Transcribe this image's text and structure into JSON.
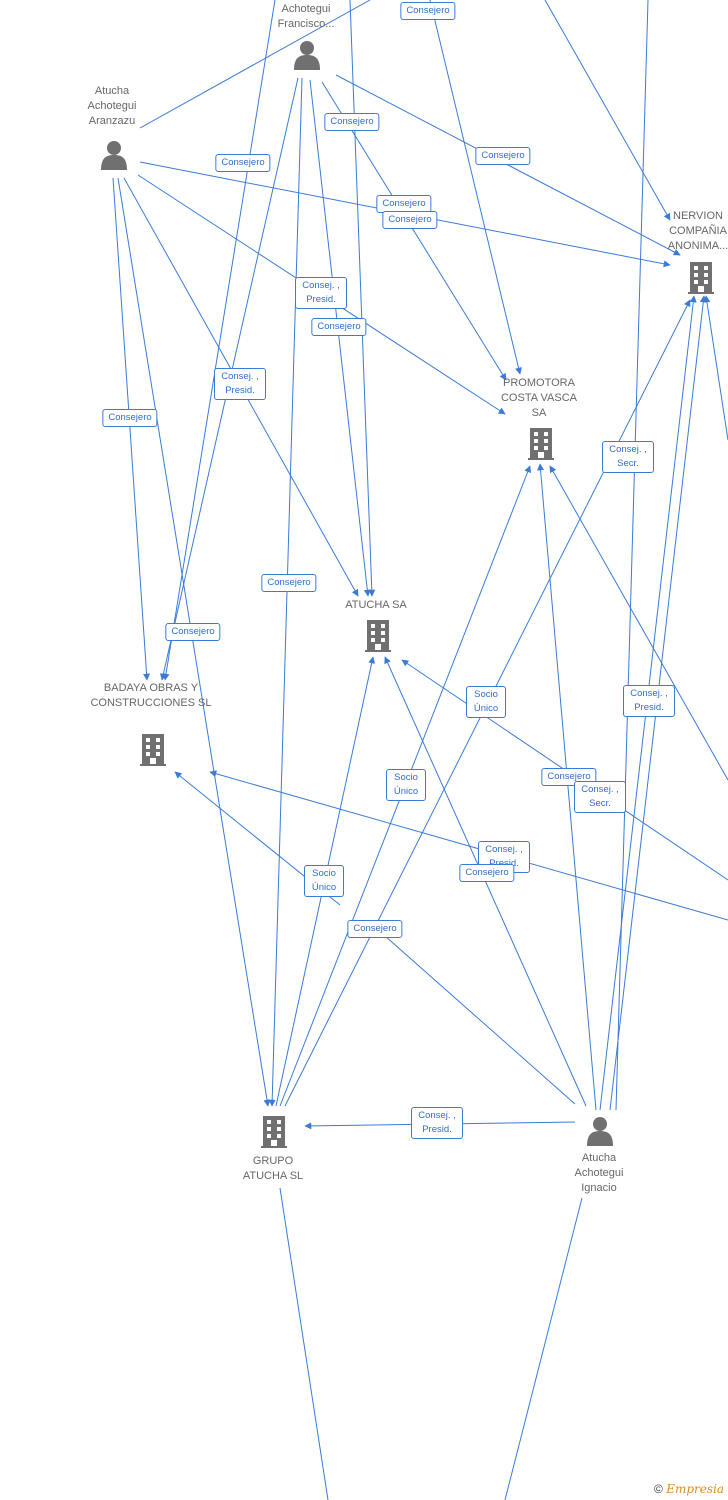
{
  "colors": {
    "edge": "#3a7bd5",
    "node": "#707070",
    "label": "#666666"
  },
  "nodes": {
    "francisco": {
      "label": "Achotegui Francisco...",
      "type": "person"
    },
    "aranzazu": {
      "label": "Atucha Achotegui Aranzazu",
      "type": "person"
    },
    "nervion": {
      "label": "NERVION COMPAÑIA ANONIMA...",
      "type": "company"
    },
    "promotora": {
      "label": "PROMOTORA COSTA VASCA SA",
      "type": "company"
    },
    "atucha_sa": {
      "label": "ATUCHA SA",
      "type": "company"
    },
    "badaya": {
      "label": "BADAYA OBRAS Y CONSTRUCCIONES SL",
      "type": "company"
    },
    "grupo": {
      "label": "GRUPO ATUCHA SL",
      "type": "company"
    },
    "ignacio": {
      "label": "Atucha Achotegui Ignacio",
      "type": "person"
    }
  },
  "edge_labels": [
    "Consejero",
    "Consejero",
    "Consejero",
    "Consejero",
    "Consejero",
    "Consejero",
    "Consej. , Presid.",
    "Consejero",
    "Consej. , Presid.",
    "Consejero",
    "Consejero",
    "Consejero",
    "Consej. , Secr.",
    "Socio Único",
    "Consej. , Presid.",
    "Consejero",
    "Consej. , Secr.",
    "Socio Único",
    "Consej. , Presid.",
    "Consejero",
    "Socio Único",
    "Consejero",
    "Consej. , Presid."
  ],
  "footer": {
    "copyright": "©",
    "brand": "Empresia"
  }
}
